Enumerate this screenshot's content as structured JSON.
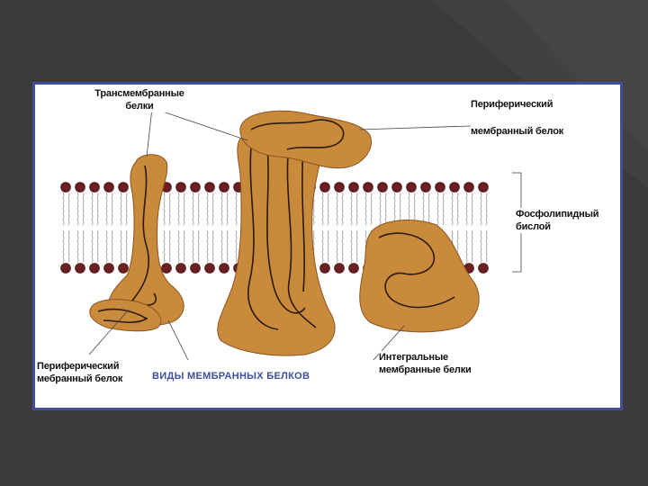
{
  "labels": {
    "transmembrane": {
      "line1": "Трансмембранные",
      "line2": "белки"
    },
    "peripheral_top": {
      "line1": "Периферический",
      "line2": "мембранный белок"
    },
    "phospholipid": {
      "line1": "Фосфолипидный",
      "line2": "бислой"
    },
    "peripheral_bottom": {
      "line1": "Периферический",
      "line2": "мебранный белок"
    },
    "integral": {
      "line1": "Интегральные",
      "line2": "мембранные белки"
    },
    "title": "ВИДЫ   МЕМБРАННЫХ  БЕЛКОВ"
  },
  "colors": {
    "background": "#3b3b3b",
    "frame": "#3d4f9e",
    "protein": "#c98a3c",
    "protein_outline": "#8a5420",
    "lipid_head": "#6b1f1f",
    "title_text": "#3d4f9e"
  }
}
